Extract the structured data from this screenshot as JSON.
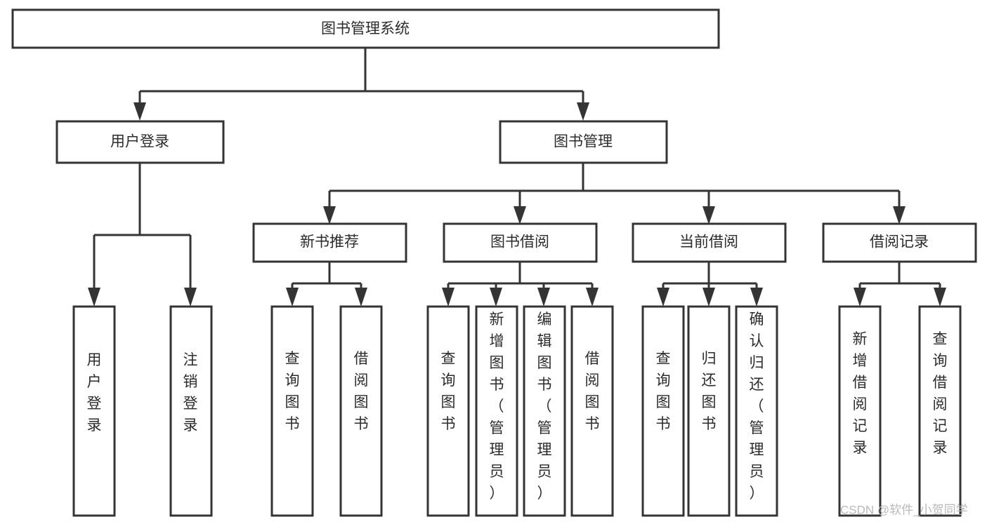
{
  "diagram": {
    "type": "tree-hierarchy",
    "title": "图书管理系统",
    "watermark": "CSDN @软件_小贺同学",
    "colors": {
      "stroke": "#343434",
      "box_fill": "#ffffff",
      "text": "#2b2b2b",
      "background": "#ffffff",
      "watermark": "#b9b9b9"
    },
    "levels": {
      "root": "图书管理系统",
      "level2": [
        "用户登录",
        "图书管理"
      ],
      "level3": [
        "新书推荐",
        "图书借阅",
        "当前借阅",
        "借阅记录"
      ]
    },
    "nodes": {
      "root": {
        "label": "图书管理系统"
      },
      "user_login": {
        "label": "用户登录"
      },
      "book_mgmt": {
        "label": "图书管理"
      },
      "new_book_rec": {
        "label": "新书推荐"
      },
      "book_borrow": {
        "label": "图书借阅"
      },
      "current_borrow": {
        "label": "当前借阅"
      },
      "borrow_record": {
        "label": "借阅记录"
      }
    },
    "leaves": {
      "user_login": [
        {
          "label": "用户登录"
        },
        {
          "label": "注销登录"
        }
      ],
      "new_book_rec": [
        {
          "label": "查询图书"
        },
        {
          "label": "借阅图书"
        }
      ],
      "book_borrow": [
        {
          "label": "查询图书"
        },
        {
          "label": "新增图书（管理员）"
        },
        {
          "label": "编辑图书（管理员）"
        },
        {
          "label": "借阅图书"
        }
      ],
      "current_borrow": [
        {
          "label": "查询图书"
        },
        {
          "label": "归还图书"
        },
        {
          "label": "确认归还（管理员）"
        }
      ],
      "borrow_record": [
        {
          "label": "新增借阅记录"
        },
        {
          "label": "查询借阅记录"
        }
      ]
    }
  }
}
